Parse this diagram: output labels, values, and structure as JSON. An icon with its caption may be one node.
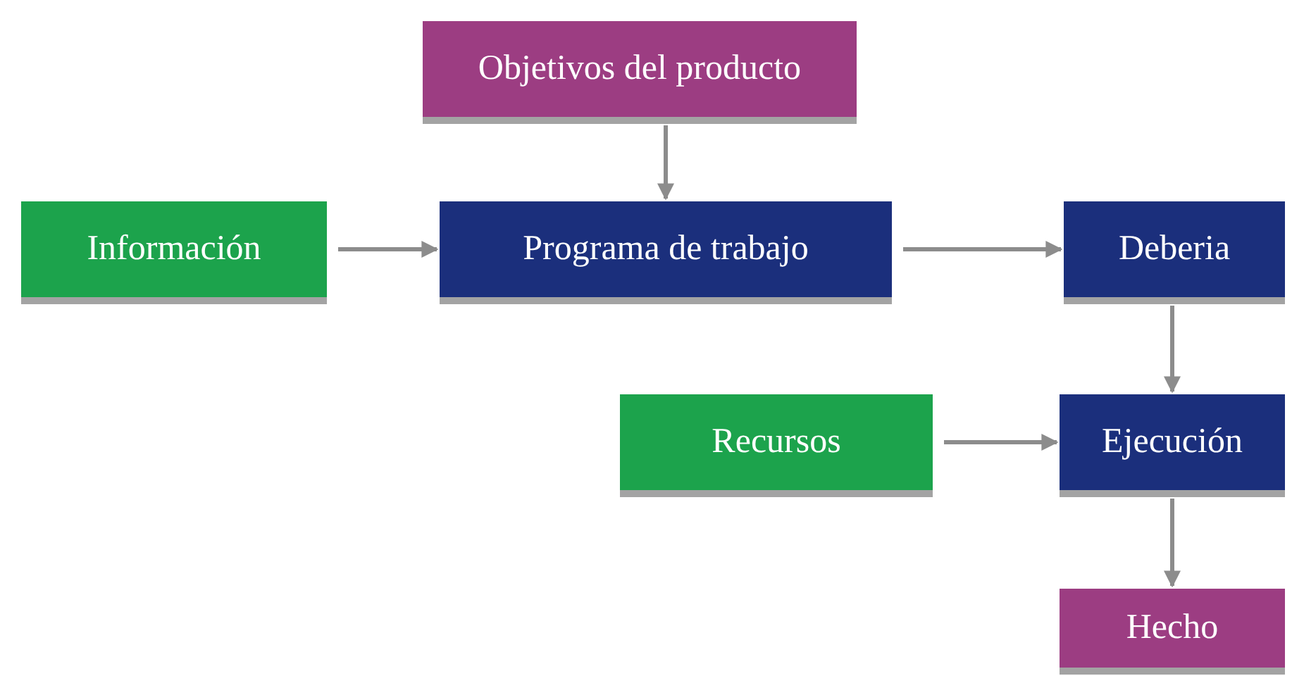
{
  "diagram": {
    "nodes": [
      {
        "text": [
          "Objetivos del producto"
        ]
      },
      {
        "text": [
          "Información"
        ]
      },
      {
        "text": [
          "Programa de trabajo"
        ]
      },
      {
        "text": [
          "Deberia"
        ]
      },
      {
        "text": [
          "Recursos"
        ]
      },
      {
        "text": [
          "Ejecución"
        ]
      },
      {
        "text": [
          "Hecho"
        ]
      }
    ],
    "edges": [
      {
        "from": 0,
        "to": 2,
        "arrow": "to"
      },
      {
        "from": 1,
        "to": 2,
        "arrow": "to"
      },
      {
        "from": 2,
        "to": 3,
        "arrow": "to"
      },
      {
        "from": 3,
        "to": 5,
        "arrow": "to"
      },
      {
        "from": 4,
        "to": 5,
        "arrow": "to"
      },
      {
        "from": 5,
        "to": 6,
        "arrow": "to"
      }
    ]
  }
}
